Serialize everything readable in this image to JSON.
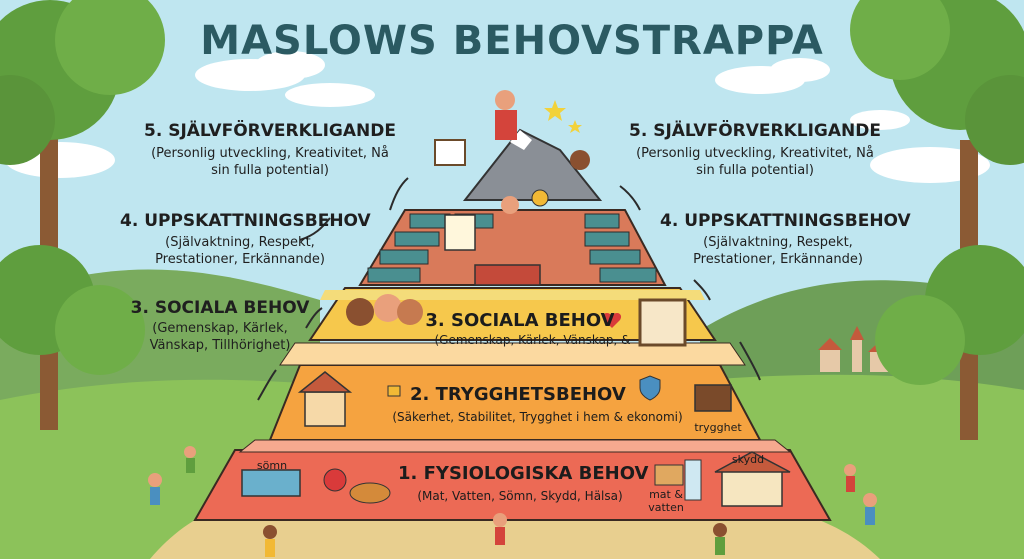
{
  "title": "MASLOWS BEHOVSTRAPPA",
  "left_labels": [
    {
      "title": "5. SJÄLVFÖRVERKLIGANDE",
      "desc": "(Personlig utveckling, Kreativitet, Nå sin fulla potential)"
    },
    {
      "title": "4. UPPSKATTNINGSBEHOV",
      "desc": "(Självaktning, Respekt, Prestationer, Erkännande)"
    },
    {
      "title": "3. SOCIALA BEHOV",
      "desc": "(Gemenskap, Kärlek, Vänskap, Tillhörighet)"
    }
  ],
  "right_labels": [
    {
      "title": "5. SJÄLVFÖRVERKLIGANDE",
      "desc": "(Personlig utveckling, Kreativitet, Nå sin fulla potential)"
    },
    {
      "title": "4. UPPSKATTNINGSBEHOV",
      "desc": "(Självaktning, Respekt, Prestationer, Erkännande)"
    }
  ],
  "tiers": [
    {
      "title": "3. SOCIALA BEHOV",
      "desc": "(Gemenskap, Kärlek, Vänskap, &",
      "color": "#f6c84c"
    },
    {
      "title": "2. TRYGGHETSBEHOV",
      "desc": "(Säkerhet, Stabilitet, Trygghet i hem & ekonomi)",
      "color": "#f5a340"
    },
    {
      "title": "1. FYSIOLOGISKA BEHOV",
      "desc": "(Mat, Vatten, Sömn, Skydd, Hälsa)",
      "color": "#ec6a55"
    }
  ],
  "small_labels": {
    "sleep": "sömn",
    "shelter": "skydd",
    "food_water": "mat & vatten",
    "security": "trygghet"
  },
  "colors": {
    "sky": "#bfe6f0",
    "grass": "#8cc25a",
    "path": "#e8cf8f",
    "top_tier": "#d97a5a",
    "mid_tier": "#4a8f90"
  }
}
